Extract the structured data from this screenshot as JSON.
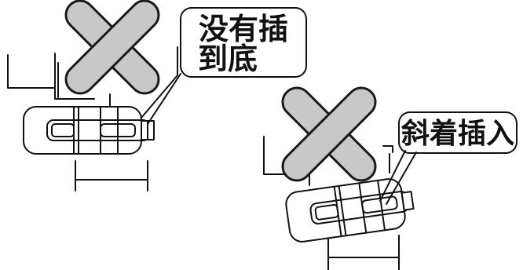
{
  "diagram": {
    "panel_left": {
      "callout_lines": [
        "没有插",
        "到底"
      ],
      "mark": "x-mark"
    },
    "panel_right": {
      "callout_lines": [
        "斜着插入"
      ],
      "mark": "x-mark"
    }
  },
  "colors": {
    "x_fill": "#c8c8c8",
    "x_stroke": "#1a1a1a",
    "line": "#111111",
    "background": "#ffffff"
  }
}
